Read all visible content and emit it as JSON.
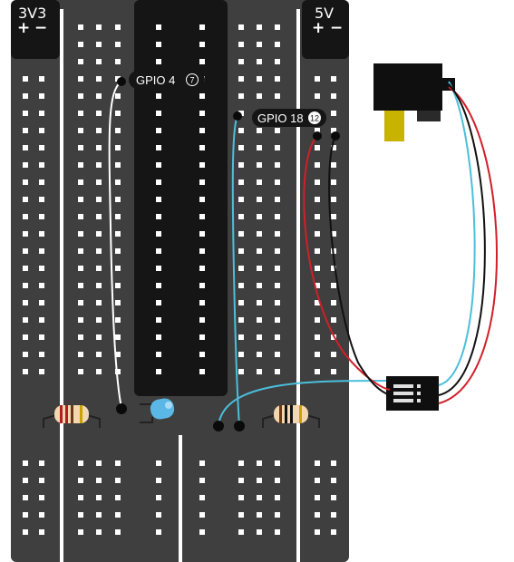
{
  "rail_labels": {
    "left": "3V3",
    "right": "5V",
    "plus": "+",
    "minus": "−"
  },
  "gpio_labels": [
    {
      "name": "GPIO 4",
      "pin": "7"
    },
    {
      "name": "GPIO 18",
      "pin": "12"
    }
  ],
  "colors": {
    "board": "#3f3f3f",
    "header": "#151515",
    "hole": "#ffffff",
    "wire_white": "#ffffff",
    "wire_blue": "#4bbfdc",
    "wire_red": "#d0202a",
    "wire_black": "#111111",
    "led": "#5bb8e6",
    "resistor_body": "#f2d7b0",
    "sensor_yellow": "#c8b400"
  }
}
